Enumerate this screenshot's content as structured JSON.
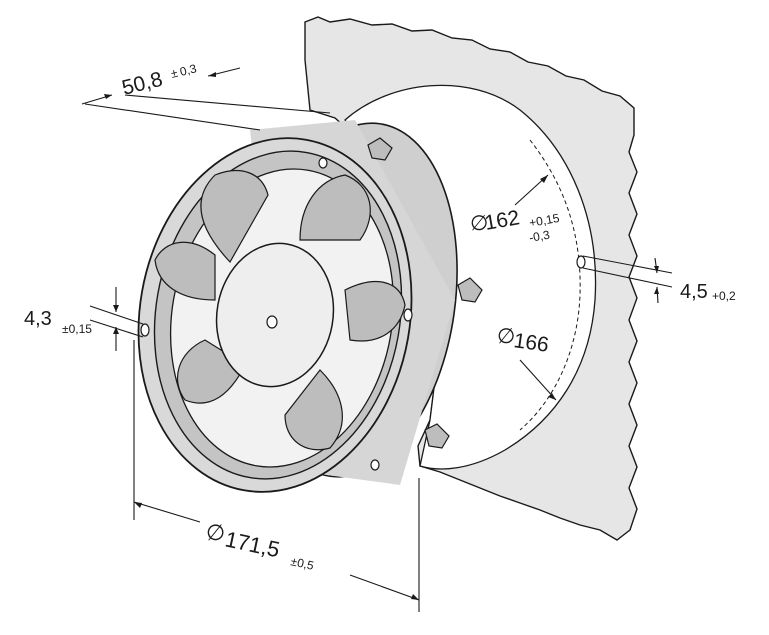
{
  "dimensions": {
    "depth": {
      "value": "50,8",
      "tol_upper": "±",
      "tol_lower": "",
      "tol_sym": "0,3"
    },
    "cutout_inner": {
      "symbol": "∅",
      "value": "162",
      "tol_upper": "+0,15",
      "tol_lower": "-0,3"
    },
    "cutout_outer": {
      "symbol": "∅",
      "value": "166"
    },
    "mount_hole_panel": {
      "value": "4,5",
      "tol": "+0,2"
    },
    "mount_hole_fan": {
      "value": "4,3",
      "tol": "±0,15"
    },
    "fan_outer": {
      "symbol": "∅",
      "value": "171,5",
      "tol": "±0,5"
    }
  },
  "colors": {
    "panel_fill": "#e6e6e6",
    "frame_fill": "#cfcfcf",
    "blade_fill": "#bdbdbd",
    "hub_fill": "#eeeeee",
    "line": "#1a1a1a"
  }
}
